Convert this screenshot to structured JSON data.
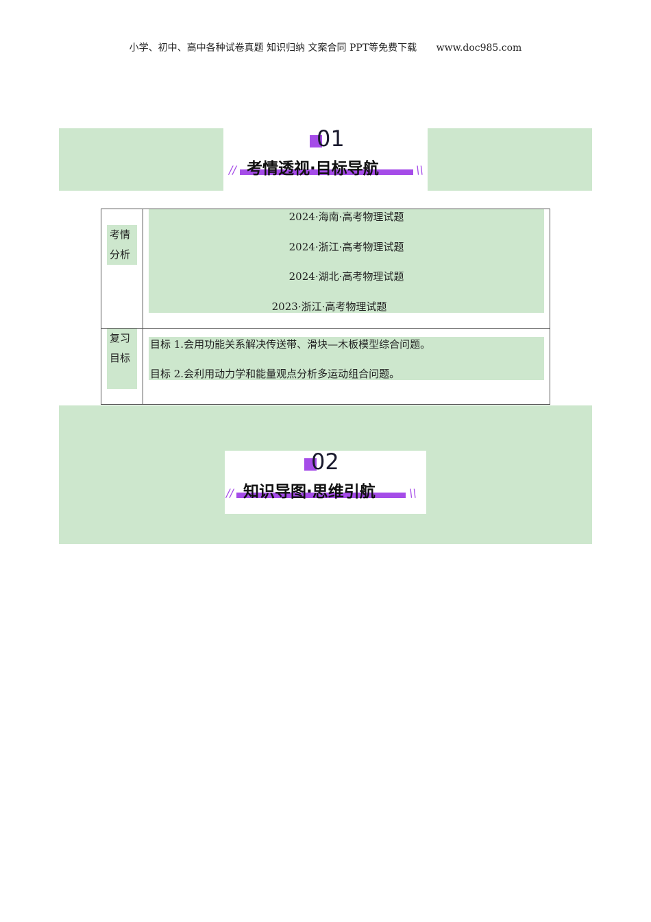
{
  "header": {
    "left": "小学、初中、高中各种试卷真题 知识归纳 文案合同 PPT等免费下载",
    "right": "www.doc985.com"
  },
  "section1": {
    "number": "01",
    "title": "考情透视·目标导航"
  },
  "table": {
    "row1": {
      "label": "考情分析",
      "items": [
        "2024·海南·高考物理试题",
        "2024·浙江·高考物理试题",
        "2024·湖北·高考物理试题",
        "2023·浙江·高考物理试题"
      ]
    },
    "row2": {
      "label": "复习目标",
      "items": [
        "目标 1.会用功能关系解决传送带、滑块—木板模型综合问题。",
        "目标 2.会利用动力学和能量观点分析多运动组合问题。"
      ]
    }
  },
  "section2": {
    "number": "02",
    "title": "知识导图·思维引航"
  }
}
